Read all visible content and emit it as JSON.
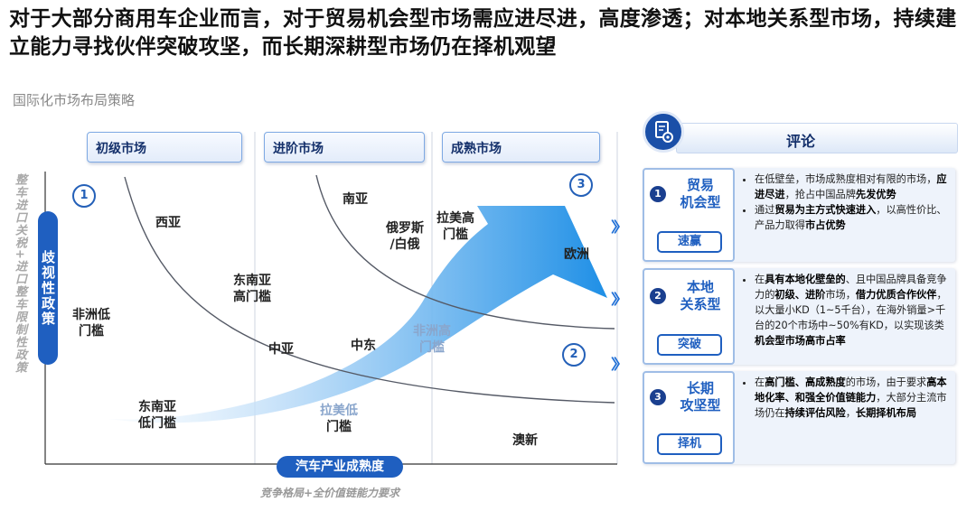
{
  "headline": "对于大部分商用车企业而言，对于贸易机会型市场需应进尽进，高度渗透；对本地关系型市场，持续建立能力寻找伙伴突破攻坚，而长期深耕型市场仍在择机观望",
  "subtitle": "国际化市场布局策略",
  "phases": [
    "初级市场",
    "进阶市场",
    "成熟市场"
  ],
  "y_axis": {
    "label": "歧视性政策",
    "caption": "整车进口关税+进口整车限制性政策"
  },
  "x_axis": {
    "label": "汽车产业成熟度",
    "caption": "竞争格局+全价值链能力要求"
  },
  "zone_badges": [
    "1",
    "2",
    "3"
  ],
  "regions": {
    "west_asia": "西亚",
    "africa_low": [
      "非洲低",
      "门槛"
    ],
    "sea_high": [
      "东南亚",
      "高门槛"
    ],
    "sea_low": [
      "东南亚",
      "低门槛"
    ],
    "south_asia": "南亚",
    "russia": [
      "俄罗斯",
      "/白俄"
    ],
    "latam_high": [
      "拉美高",
      "门槛"
    ],
    "central_asia": "中亚",
    "middle_east": "中东",
    "africa_high": [
      "非洲高",
      "门槛"
    ],
    "latam_low": [
      "拉美低",
      "门槛"
    ],
    "europe": "欧洲",
    "aus_nz": "澳新"
  },
  "comments": {
    "title": "评论",
    "icon": "gear-document-icon",
    "cards": [
      {
        "num": "1",
        "type": [
          "贸易",
          "机会型"
        ],
        "action": "速赢",
        "bullets": [
          [
            {
              "t": "在低壁垒，市场成熟度相对有限的市场，",
              "b": false
            },
            {
              "t": "应进尽进",
              "b": true
            },
            {
              "t": "，抢占中国品牌",
              "b": false
            },
            {
              "t": "先发优势",
              "b": true
            }
          ],
          [
            {
              "t": "通过",
              "b": false
            },
            {
              "t": "贸易为主方式快速进入",
              "b": true
            },
            {
              "t": "，以高性价比、产品力取得",
              "b": false
            },
            {
              "t": "市占优势",
              "b": true
            }
          ]
        ]
      },
      {
        "num": "2",
        "type": [
          "本地",
          "关系型"
        ],
        "action": "突破",
        "bullets": [
          [
            {
              "t": "在",
              "b": false
            },
            {
              "t": "具有本地化壁垒的",
              "b": true
            },
            {
              "t": "、且中国品牌具备竞争力的",
              "b": false
            },
            {
              "t": "初级、进阶",
              "b": true
            },
            {
              "t": "市场，",
              "b": false
            },
            {
              "t": "借力优质合作伙伴",
              "b": true
            },
            {
              "t": "，以大量小KD（1~5千台），在海外销量>千台的20个市场中~50%有KD，以实现该类",
              "b": false
            },
            {
              "t": "机会型市场高市占率",
              "b": true
            }
          ]
        ]
      },
      {
        "num": "3",
        "type": [
          "长期",
          "攻坚型"
        ],
        "action": "择机",
        "bullets": [
          [
            {
              "t": "在",
              "b": false
            },
            {
              "t": "高门槛、高成熟度",
              "b": true
            },
            {
              "t": "的市场，由于要求",
              "b": false
            },
            {
              "t": "高本地化率、和强全价值链能力",
              "b": true
            },
            {
              "t": "，大部分主流市场仍在",
              "b": false
            },
            {
              "t": "持续评估风险",
              "b": true
            },
            {
              "t": "，",
              "b": false
            },
            {
              "t": "长期择机布局",
              "b": true
            }
          ]
        ]
      }
    ]
  },
  "colors": {
    "accent": "#1f5fc0",
    "arrow_start": "#cfe6fb",
    "arrow_end": "#1e8fe6",
    "curve": "#555a66",
    "grid": "#cfd6e2"
  }
}
